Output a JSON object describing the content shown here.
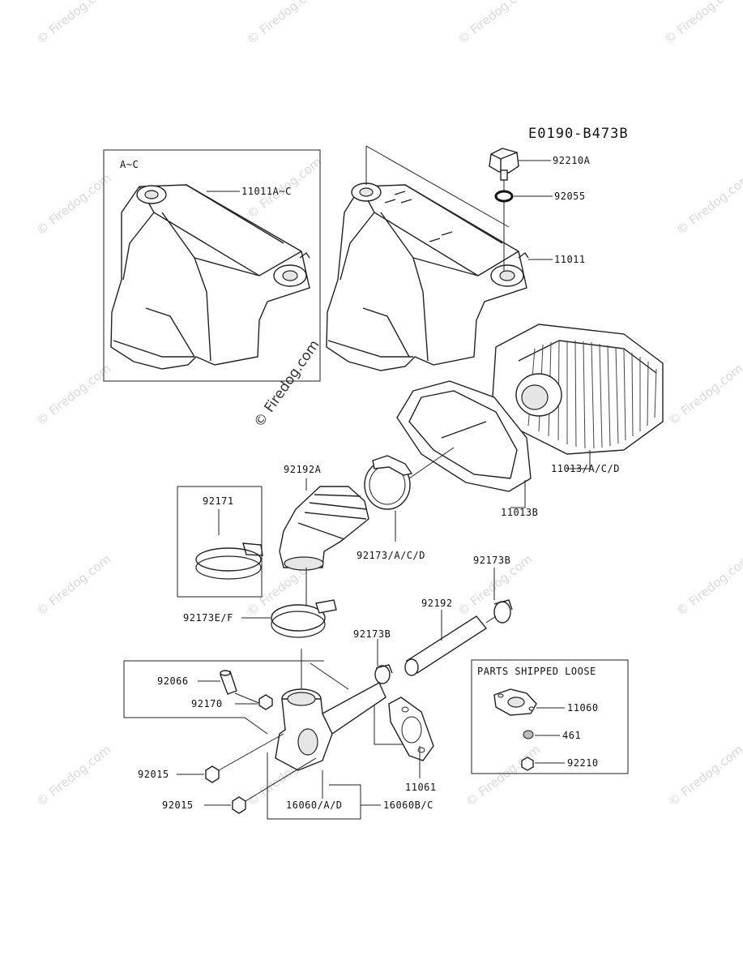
{
  "reference_code": "E0190-B473B",
  "variant_box_title": "A~C",
  "loose_parts_title": "PARTS SHIPPED LOOSE",
  "watermark": "© Firedog.com",
  "parts": {
    "cover_variant": "11011A~C",
    "cover": "11011",
    "knob": "92210A",
    "washer_ring": "92055",
    "filter_element": "11013/A/C/D",
    "pre_cleaner": "11013B",
    "elbow_hose": "92192A",
    "clamp_upper": "92173/A/C/D",
    "clamp_box": "92171",
    "clamp_lower": "92173E/F",
    "hose_small": "92192",
    "clamp_small_right": "92173B",
    "clamp_small_left": "92173B",
    "pin": "92066",
    "bolt_small": "92170",
    "nut_left_upper": "92015",
    "nut_left_lower": "92015",
    "holder_ad": "16060/A/D",
    "holder_bc": "16060B/C",
    "gasket": "11061",
    "loose_gasket": "11060",
    "loose_washer": "461",
    "loose_nut": "92210"
  }
}
